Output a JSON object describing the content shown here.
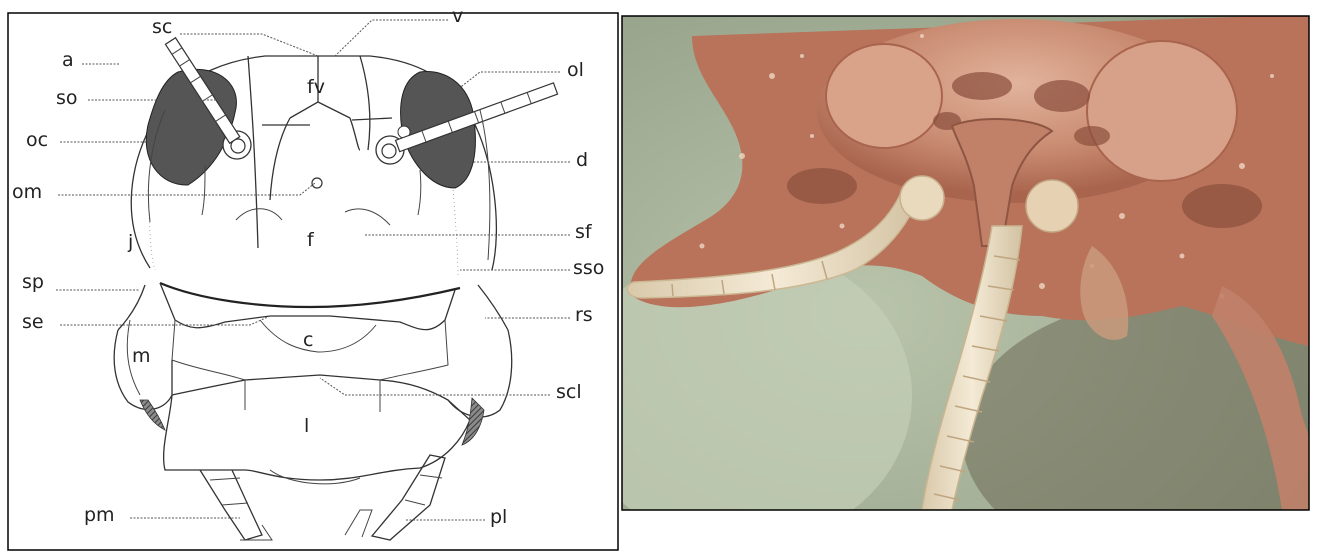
{
  "diagram": {
    "labels": {
      "sc": "sc",
      "v": "v",
      "a": "a",
      "so": "so",
      "oc": "oc",
      "om": "om",
      "fv": "fv",
      "ol": "ol",
      "d": "d",
      "f": "f",
      "j": "j",
      "sf": "sf",
      "sp": "sp",
      "sso": "sso",
      "se": "se",
      "rs": "rs",
      "c": "c",
      "m": "m",
      "scl": "scl",
      "l": "l",
      "pm": "pm",
      "pl": "pl"
    }
  },
  "colors": {
    "eye_fill": "#555555",
    "photo_background": "#a9b59a",
    "head_color": "#c9896f",
    "antenna_color": "#ece0c8"
  }
}
